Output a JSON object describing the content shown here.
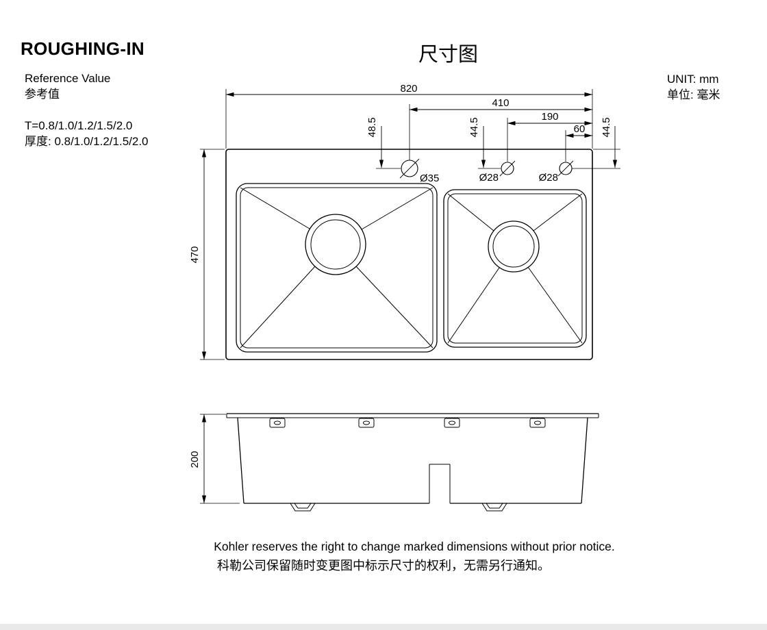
{
  "header": {
    "title_en": "ROUGHING-IN",
    "title_cn": "尺寸图",
    "reference_en": "Reference Value",
    "reference_cn": "参考值",
    "thickness_en": "T=0.8/1.0/1.2/1.5/2.0",
    "thickness_cn": "厚度: 0.8/1.0/1.2/1.5/2.0",
    "unit_en": "UNIT: mm",
    "unit_cn": "单位: 毫米"
  },
  "dims": {
    "overall_width": "820",
    "hole_span_410": "410",
    "hole_span_190": "190",
    "hole_span_60": "60",
    "hole_offset_48_5": "48.5",
    "hole_offset_44_5_left": "44.5",
    "hole_offset_44_5_right": "44.5",
    "overall_depth": "470",
    "overall_height": "200",
    "hole_dia_35": "Ø35",
    "hole_dia_28_left": "Ø28",
    "hole_dia_28_right": "Ø28"
  },
  "footer": {
    "notice_en": "Kohler reserves the right to change marked dimensions without prior notice.",
    "notice_cn": "科勒公司保留随时变更图中标示尺寸的权利，无需另行通知。"
  }
}
